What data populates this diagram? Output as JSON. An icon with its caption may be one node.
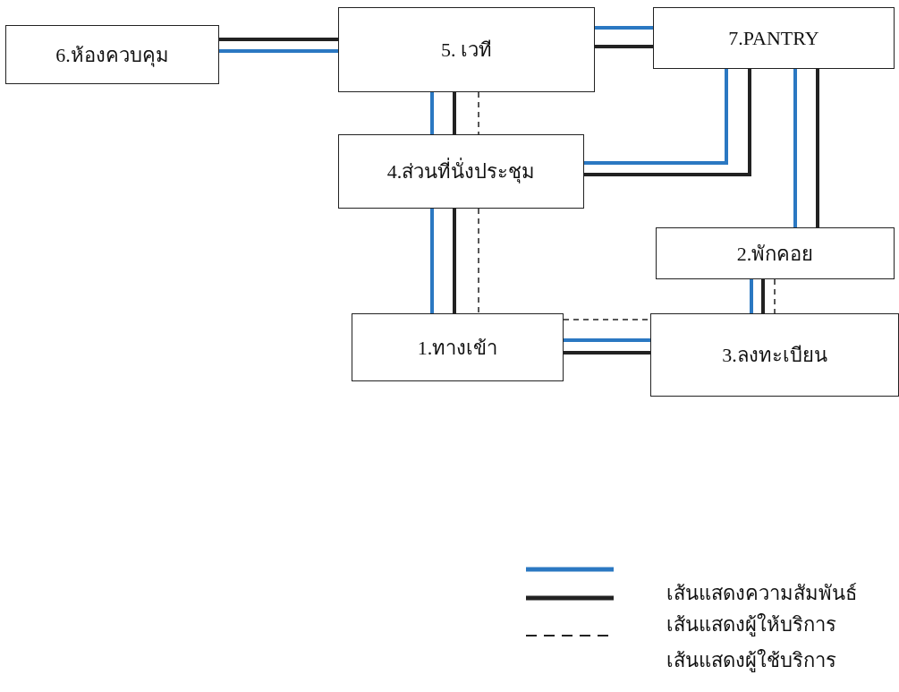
{
  "diagram": {
    "nodes": [
      {
        "text": [
          "6.ห้องควบคุม"
        ]
      },
      {
        "text": [
          "5. เวที"
        ]
      },
      {
        "text": [
          "7.PANTRY"
        ]
      },
      {
        "text": [
          "4.ส่วนที่นั่งประชุม"
        ]
      },
      {
        "text": [
          "2.พักคอย"
        ]
      },
      {
        "text": [
          "1.ทางเข้า"
        ]
      },
      {
        "text": [
          "3.ลงทะเบียน"
        ]
      }
    ],
    "edges": [
      {
        "from": 0,
        "to": 1,
        "arrow": "none"
      },
      {
        "from": 0,
        "to": 1,
        "arrow": "none",
        "color": "#2b78c2"
      },
      {
        "from": 1,
        "to": 2,
        "arrow": "none",
        "color": "#2b78c2"
      },
      {
        "from": 1,
        "to": 2,
        "arrow": "none"
      },
      {
        "from": 1,
        "to": 3,
        "arrow": "none",
        "color": "#2b78c2"
      },
      {
        "from": 1,
        "to": 3,
        "arrow": "none"
      },
      {
        "from": 1,
        "to": 3,
        "arrow": "none",
        "style": "dashed"
      },
      {
        "from": 2,
        "to": 3,
        "arrow": "none",
        "color": "#2b78c2"
      },
      {
        "from": 2,
        "to": 3,
        "arrow": "none"
      },
      {
        "from": 2,
        "to": 4,
        "arrow": "none",
        "color": "#2b78c2"
      },
      {
        "from": 2,
        "to": 4,
        "arrow": "none"
      },
      {
        "from": 3,
        "to": 5,
        "arrow": "none",
        "color": "#2b78c2"
      },
      {
        "from": 3,
        "to": 5,
        "arrow": "none"
      },
      {
        "from": 3,
        "to": 5,
        "arrow": "none",
        "style": "dashed"
      },
      {
        "from": 4,
        "to": 6,
        "arrow": "none",
        "color": "#2b78c2"
      },
      {
        "from": 4,
        "to": 6,
        "arrow": "none"
      },
      {
        "from": 4,
        "to": 6,
        "arrow": "none",
        "style": "dashed"
      },
      {
        "from": 5,
        "to": 6,
        "arrow": "none",
        "color": "#2b78c2"
      },
      {
        "from": 5,
        "to": 6,
        "arrow": "none"
      },
      {
        "from": 5,
        "to": 6,
        "arrow": "none",
        "style": "dashed"
      }
    ],
    "legend": [
      {
        "text": "เส้นแสดงความสัมพันธ์"
      },
      {
        "text": "เส้นแสดงผู้ให้บริการ"
      },
      {
        "text": "เส้นแสดงผู้ใช้บริการ"
      }
    ]
  }
}
